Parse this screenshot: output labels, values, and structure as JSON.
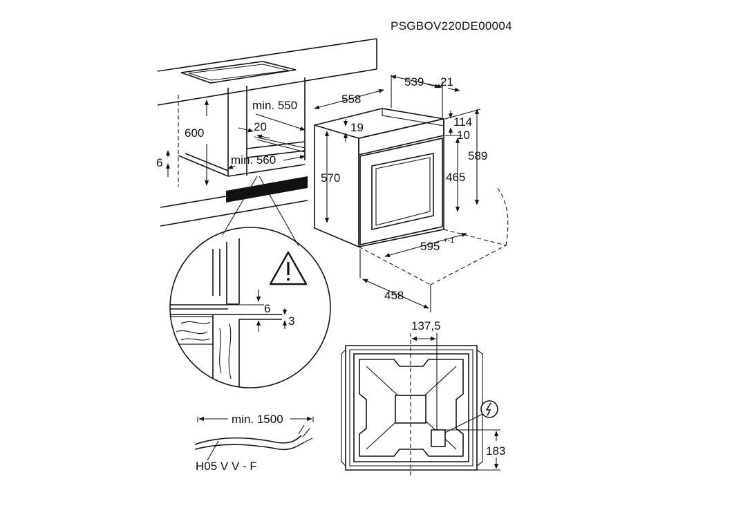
{
  "document_code": "PSGBOV220DE00004",
  "dimensions": {
    "d_600": "600",
    "d_6": "6",
    "d_min550": "min. 550",
    "d_20": "20",
    "d_min560": "min. 560",
    "d_558": "558",
    "d_539": "539",
    "d_21": "21",
    "d_19": "19",
    "d_114": "114",
    "d_10": "10",
    "d_589": "589",
    "d_570": "570",
    "d_465": "465",
    "d_595": "595",
    "d_595_tol": "+-1",
    "d_458": "458",
    "d_detail_6": "6",
    "d_detail_3": "3",
    "d_137_5": "137,5",
    "d_183": "183",
    "d_min1500": "min. 1500"
  },
  "cable_type": "H05 V V - F",
  "symbols": {
    "warning": "warning-triangle-icon",
    "power": "power-connection-icon"
  },
  "colors": {
    "line": "#111111",
    "background": "#ffffff"
  }
}
